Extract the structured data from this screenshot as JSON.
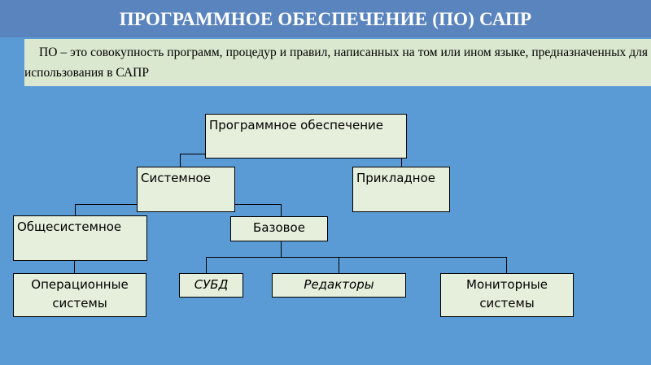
{
  "slide": {
    "title": "ПРОГРАММНОЕ ОБЕСПЕЧЕНИЕ (ПО) САПР",
    "definition": "ПО – это совокупность программ, процедур и правил, написанных на том или ином языке, предназначенных для использования в САПР"
  },
  "diagram": {
    "root": "Программное обеспечение",
    "system": "Системное",
    "applied": "Прикладное",
    "general": "Общесистемное",
    "basic": "Базовое",
    "os": "Операционные системы",
    "dbms": "СУБД",
    "editors": "Редакторы",
    "monitors": "Мониторные системы"
  },
  "colors": {
    "background": "#5b9bd5",
    "title_bar": "#5a84bd",
    "box_fill": "#e6efdc",
    "definition_fill": "#dbe8d0"
  }
}
